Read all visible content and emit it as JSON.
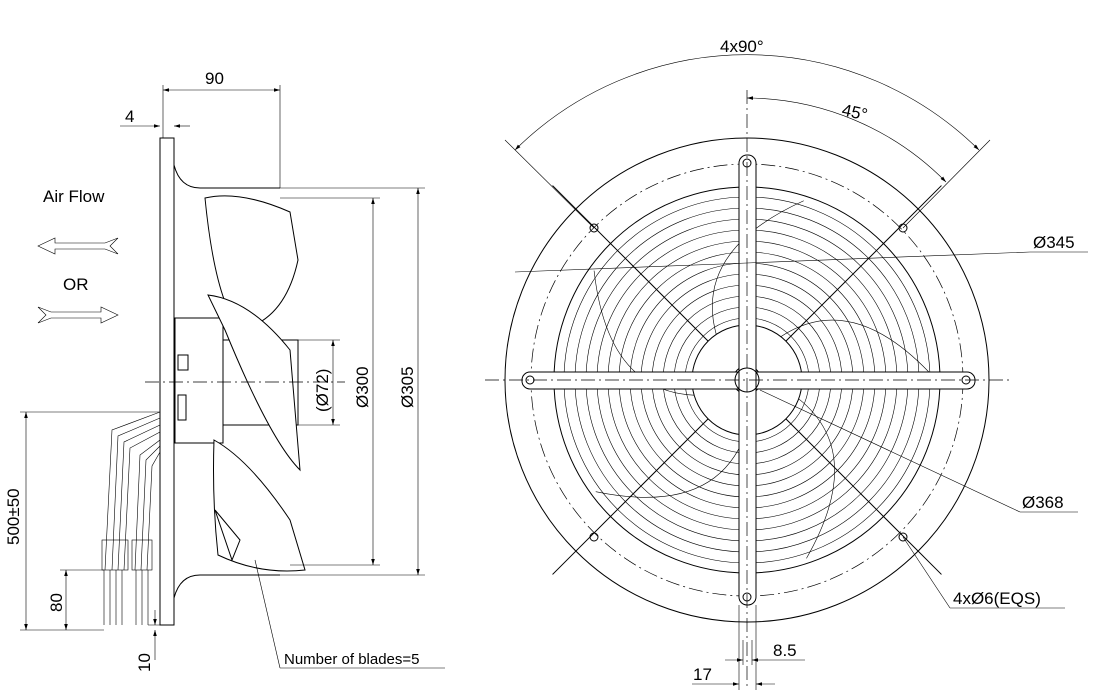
{
  "side_view": {
    "depth": "90",
    "flange_thickness": "4",
    "air_flow_label": "Air Flow",
    "or_label": "OR",
    "hub_diameter": "(Ø72)",
    "blade_diameter": "Ø300",
    "housing_diameter": "Ø305",
    "cable_length": "500±50",
    "cable_strip_length": "80",
    "wire_strip_length": "10",
    "blades_note": "Number of blades=5"
  },
  "front_view": {
    "angle_spacing": "4x90°",
    "angle_offset": "45°",
    "bolt_circle_diameter": "Ø345",
    "outer_diameter": "Ø368",
    "mounting_holes": "4xØ6(EQS)",
    "bar_width": "17",
    "slot_width": "8.5"
  }
}
